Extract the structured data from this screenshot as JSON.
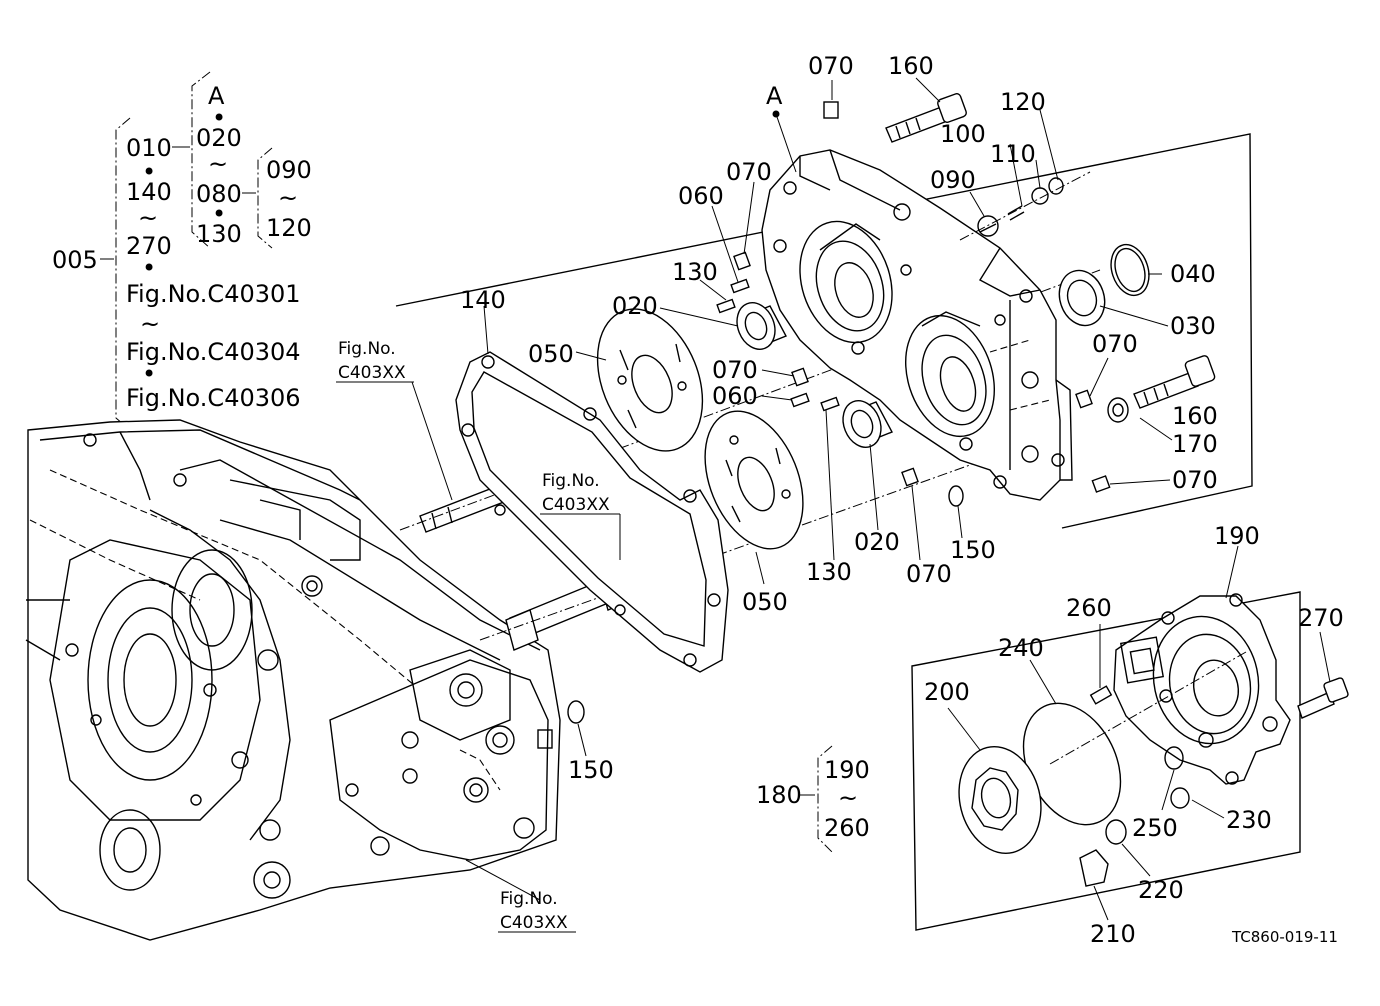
{
  "diagram": {
    "drawing_code": "TC860-019-11",
    "view_marker": "A",
    "tree": {
      "root": "005",
      "col1": [
        "010",
        "140",
        "270",
        "Fig.No.C40301",
        "Fig.No.C40304",
        "Fig.No.C40306"
      ],
      "col2": [
        "A",
        "020",
        "080",
        "130"
      ],
      "col3": [
        "090",
        "120"
      ]
    },
    "sub_tree": {
      "root": "180",
      "items": [
        "190",
        "260"
      ]
    },
    "symbols": {
      "dot": "•",
      "tilde": "~"
    },
    "fig_refs": [
      {
        "line1": "Fig.No.",
        "line2": "C403XX"
      },
      {
        "line1": "Fig.No.",
        "line2": "C403XX"
      },
      {
        "line1": "Fig.No.",
        "line2": "C403XX"
      }
    ],
    "labels": {
      "p070a": "070",
      "p160a": "160",
      "p120": "120",
      "p100": "100",
      "p110": "110",
      "p090": "090",
      "p070b": "070",
      "p060a": "060",
      "p130a": "130",
      "p140": "140",
      "p020a": "020",
      "p050a": "050",
      "p070c": "070",
      "p060b": "060",
      "p040": "040",
      "p030": "030",
      "p070d": "070",
      "p160b": "160",
      "p170": "170",
      "p070e": "070",
      "p020b": "020",
      "p130b": "130",
      "p070f": "070",
      "p150a": "150",
      "p050b": "050",
      "p150b": "150",
      "p190": "190",
      "p260": "260",
      "p240": "240",
      "p270": "270",
      "p200": "200",
      "p250": "250",
      "p230": "230",
      "p220": "220",
      "p210": "210"
    }
  }
}
